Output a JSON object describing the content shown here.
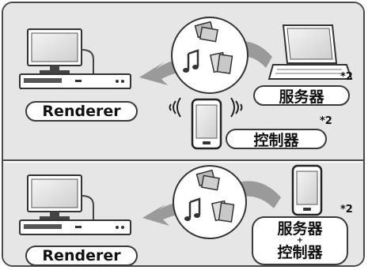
{
  "top": {
    "renderer_label": "Renderer",
    "server_label": "服务器",
    "controller_label": "控制器",
    "server_note": "*2",
    "controller_note": "*2"
  },
  "bottom": {
    "renderer_label": "Renderer",
    "combo_line1": "服务器",
    "combo_plus": "+",
    "combo_line2": "控制器",
    "combo_note": "*2"
  },
  "icons": [
    "tv-icon",
    "player-icon",
    "laptop-icon",
    "smartphone-icon",
    "photo-icon",
    "music-icon",
    "video-icon",
    "wireless-signal-icon",
    "arrow-icon"
  ],
  "colors": {
    "panel_bg": "#e6e6e6",
    "border": "#4a4a4a",
    "arrow": "#9a9a9a"
  }
}
